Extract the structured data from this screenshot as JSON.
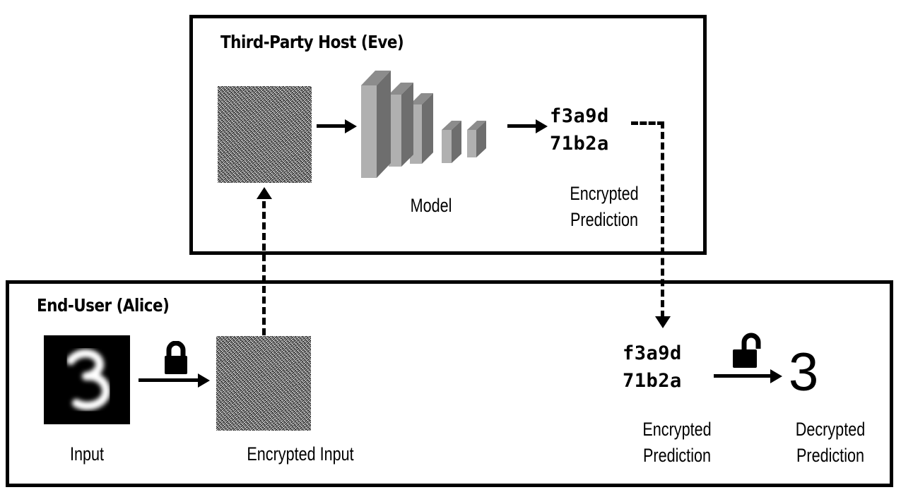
{
  "diagram": {
    "title_top": "Third-Party Host (Eve)",
    "title_bottom": "End-User (Alice)"
  },
  "top_panel": {
    "label": "Third-Party Host (Eve)",
    "encrypted_input_image": "noise-image",
    "arrow_to_model": "arrow-right-icon",
    "model_label": "Model",
    "model_layers": 5,
    "arrow_to_ciphertext": "arrow-right-icon",
    "ciphertext_line1": "f3a9d",
    "ciphertext_line2": "71b2a",
    "ciphertext_caption_line1": "Encrypted",
    "ciphertext_caption_line2": "Prediction"
  },
  "bottom_panel": {
    "label": "End-User (Alice)",
    "input_image": "mnist-digit-3",
    "input_caption": "Input",
    "lock_closed_icon": "padlock-closed-icon",
    "encrypt_arrow": "arrow-right-icon",
    "encrypted_input_image": "noise-image",
    "encrypted_input_caption": "Encrypted Input",
    "ciphertext_line1": "f3a9d",
    "ciphertext_line2": "71b2a",
    "ciphertext_caption_line1": "Encrypted",
    "ciphertext_caption_line2": "Prediction",
    "lock_open_icon": "padlock-open-icon",
    "decrypt_arrow": "arrow-right-icon",
    "decrypted_value": "3",
    "decrypted_caption_line1": "Decrypted",
    "decrypted_caption_line2": "Prediction"
  },
  "connectors": {
    "upload_dashed_arrow": "dashed-arrow-up",
    "return_dashed_arrow": "dashed-arrow-down"
  },
  "colors": {
    "stroke": "#000000",
    "background": "#ffffff",
    "model_face": "#b0b0b0",
    "model_side": "#6e6e6e",
    "model_top": "#8c8c8c"
  }
}
